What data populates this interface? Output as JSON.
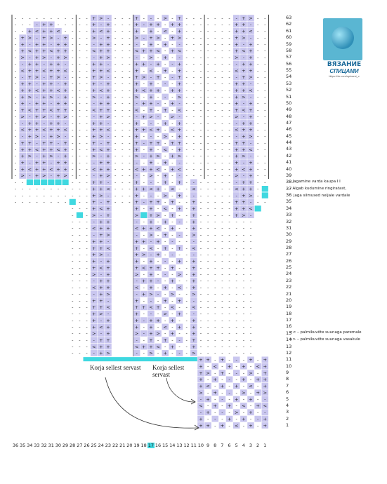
{
  "legend_notes": {
    "row38": "– Jagamine varda kaupa I  I",
    "row37": "– Algab kudumine ringiratast,",
    "row36": "jaga silmused neljale vardale",
    "row15": "<< – palmikuvõte suunaga paremale",
    "row14": ">> – palmikuvõte suunaga vasakule"
  },
  "labels": {
    "left": "Korja sellest servast",
    "mid_line1": "Korja sellest",
    "mid_line2": "servast"
  },
  "logo": {
    "title": "ВЯЗАНИЕ",
    "subtitle": "СПИЦАМИ",
    "url": "https://vk.com/spicami_v"
  },
  "col_numbers": [
    "36",
    "35",
    "34",
    "33",
    "32",
    "31",
    "30",
    "29",
    "28",
    "27",
    "26",
    "25",
    "24",
    "23",
    "22",
    "21",
    "20",
    "19",
    "18",
    "17",
    "16",
    "15",
    "14",
    "13",
    "12",
    "11",
    "10",
    "9",
    "8",
    "7",
    "6",
    "5",
    "4",
    "3",
    "2",
    "1"
  ],
  "highlighted_col": "17",
  "row_count": 63,
  "colors": {
    "purple": "#c9c6ef",
    "cyan": "#3fd8e0",
    "grid_line": "#333333"
  }
}
